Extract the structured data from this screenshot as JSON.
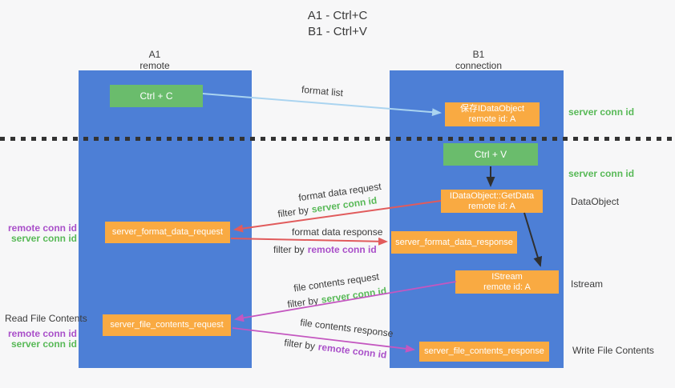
{
  "title": {
    "line1": "A1 - Ctrl+C",
    "line2": "B1 - Ctrl+V"
  },
  "lifelines": {
    "left": {
      "name": "A1",
      "role": "remote"
    },
    "right": {
      "name": "B1",
      "role": "connection"
    }
  },
  "nodes": {
    "ctrl_c": "Ctrl + C",
    "ctrl_v": "Ctrl + V",
    "save_idataobject": {
      "line1": "保存IDataObject",
      "line2": "remote id: A"
    },
    "getdata": {
      "line1": "IDataObject::GetData",
      "line2": "remote id: A"
    },
    "istream": {
      "line1": "IStream",
      "line2": "remote id: A"
    },
    "format_request": "server_format_data_request",
    "format_response": "server_format_data_response",
    "file_request": "server_file_contents_request",
    "file_response": "server_file_contents_response"
  },
  "arrow_labels": {
    "format_list": "format list",
    "format_data_request": "format data request",
    "format_data_response": "format data response",
    "file_contents_request": "file contents request",
    "file_contents_response": "file contents response",
    "filter_by": "filter by",
    "server_conn_id": "server conn id",
    "remote_conn_id": "remote conn id"
  },
  "side_labels": {
    "right_server_conn_id_top": "server conn id",
    "right_server_conn_id_mid": "server conn id",
    "dataobject": "DataObject",
    "istream": "Istream",
    "write_file_contents": "Write File Contents",
    "read_file_contents": "Read File Contents",
    "left_remote_conn_id_top": "remote conn id",
    "left_server_conn_id_top": "server conn id",
    "left_remote_conn_id_bottom": "remote conn id",
    "left_server_conn_id_bottom": "server conn id"
  },
  "colors": {
    "background": "#f7f7f8",
    "lifeline_blue": "#4d7fd6",
    "box_green": "#6abc6c",
    "box_orange": "#f9aa42",
    "arrow_red": "#e15b5c",
    "arrow_magenta": "#c457c0",
    "arrow_light_blue": "#aad4f0",
    "arrow_black": "#2f2f2f",
    "text_green": "#58b957",
    "text_purple": "#a94fc9",
    "text_dark": "#3b3b3b"
  }
}
